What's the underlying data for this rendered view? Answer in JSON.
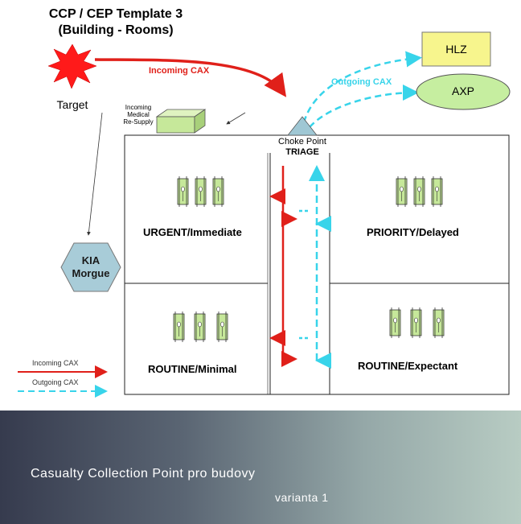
{
  "title_line1": "CCP / CEP Template 3",
  "title_line2": "(Building - Rooms)",
  "target_label": "Target",
  "incoming_cax_label": "Incoming CAX",
  "outgoing_cax_label": "Outgoing CAX",
  "resupply_label_1": "Incoming",
  "resupply_label_2": "Medical",
  "resupply_label_3": "Re-Supply",
  "hlz_label": "HLZ",
  "axp_label": "AXP",
  "choke_point_label": "Choke Point",
  "triage_label": "TRIAGE",
  "rooms": {
    "urgent": "URGENT/Immediate",
    "priority": "PRIORITY/Delayed",
    "routine_minimal": "ROUTINE/Minimal",
    "routine_expectant": "ROUTINE/Expectant"
  },
  "kia_line1": "KIA",
  "kia_line2": "Morgue",
  "legend": {
    "incoming": "Incoming CAX",
    "outgoing": "Outgoing CAX"
  },
  "banner": {
    "title": "Casualty Collection Point pro budovy",
    "subtitle": "varianta 1"
  },
  "colors": {
    "incoming": "#e0201a",
    "outgoing": "#38d4ea",
    "litter_fill": "#c6e89a",
    "hlz_fill": "#f7f58d",
    "axp_fill": "#c6eea0",
    "kia_fill": "#a8ccd8",
    "triage_fill": "#9fc7d4"
  }
}
